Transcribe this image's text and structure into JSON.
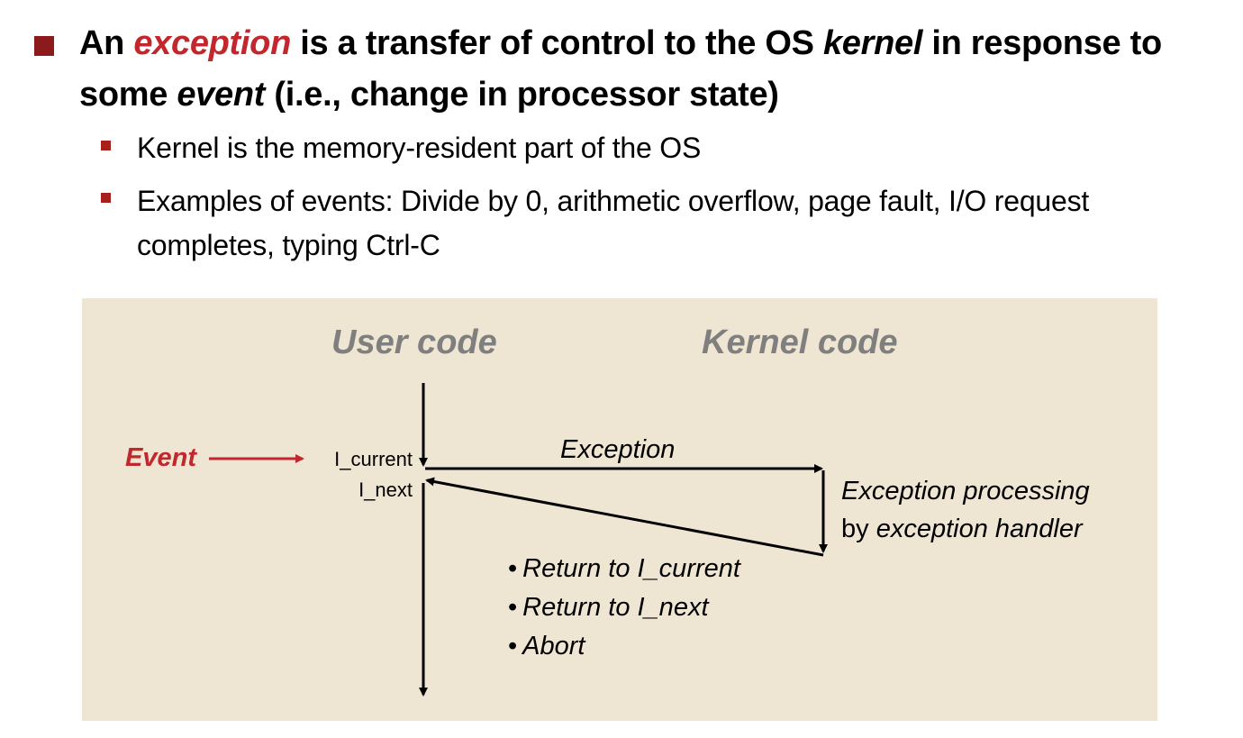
{
  "heading": {
    "part1": "An ",
    "part2": "exception",
    "part3": " is a transfer of control to the OS ",
    "part4": "kernel",
    "part5": " in response to some ",
    "part6": "event",
    "part7": "  (i.e., change in processor state)"
  },
  "sub_bullets": [
    "Kernel is the memory-resident part of the OS",
    "Examples of events: Divide by 0, arithmetic overflow, page fault, I/O request completes, typing Ctrl-C"
  ],
  "diagram": {
    "user_code_title": "User code",
    "kernel_code_title": "Kernel code",
    "event_label": "Event",
    "i_current_label": "I_current",
    "i_next_label": "I_next",
    "exception_label": "Exception",
    "processing_line1": "Exception processing",
    "processing_line2_prefix": "by ",
    "processing_line2_italic": "exception handler",
    "options": [
      "Return to I_current",
      "Return to I_next",
      "Abort"
    ],
    "colors": {
      "background": "#efe5d3",
      "accent": "#c1272d",
      "title_gray": "#7f7f7f",
      "bullet": "#8b1a1a"
    }
  }
}
